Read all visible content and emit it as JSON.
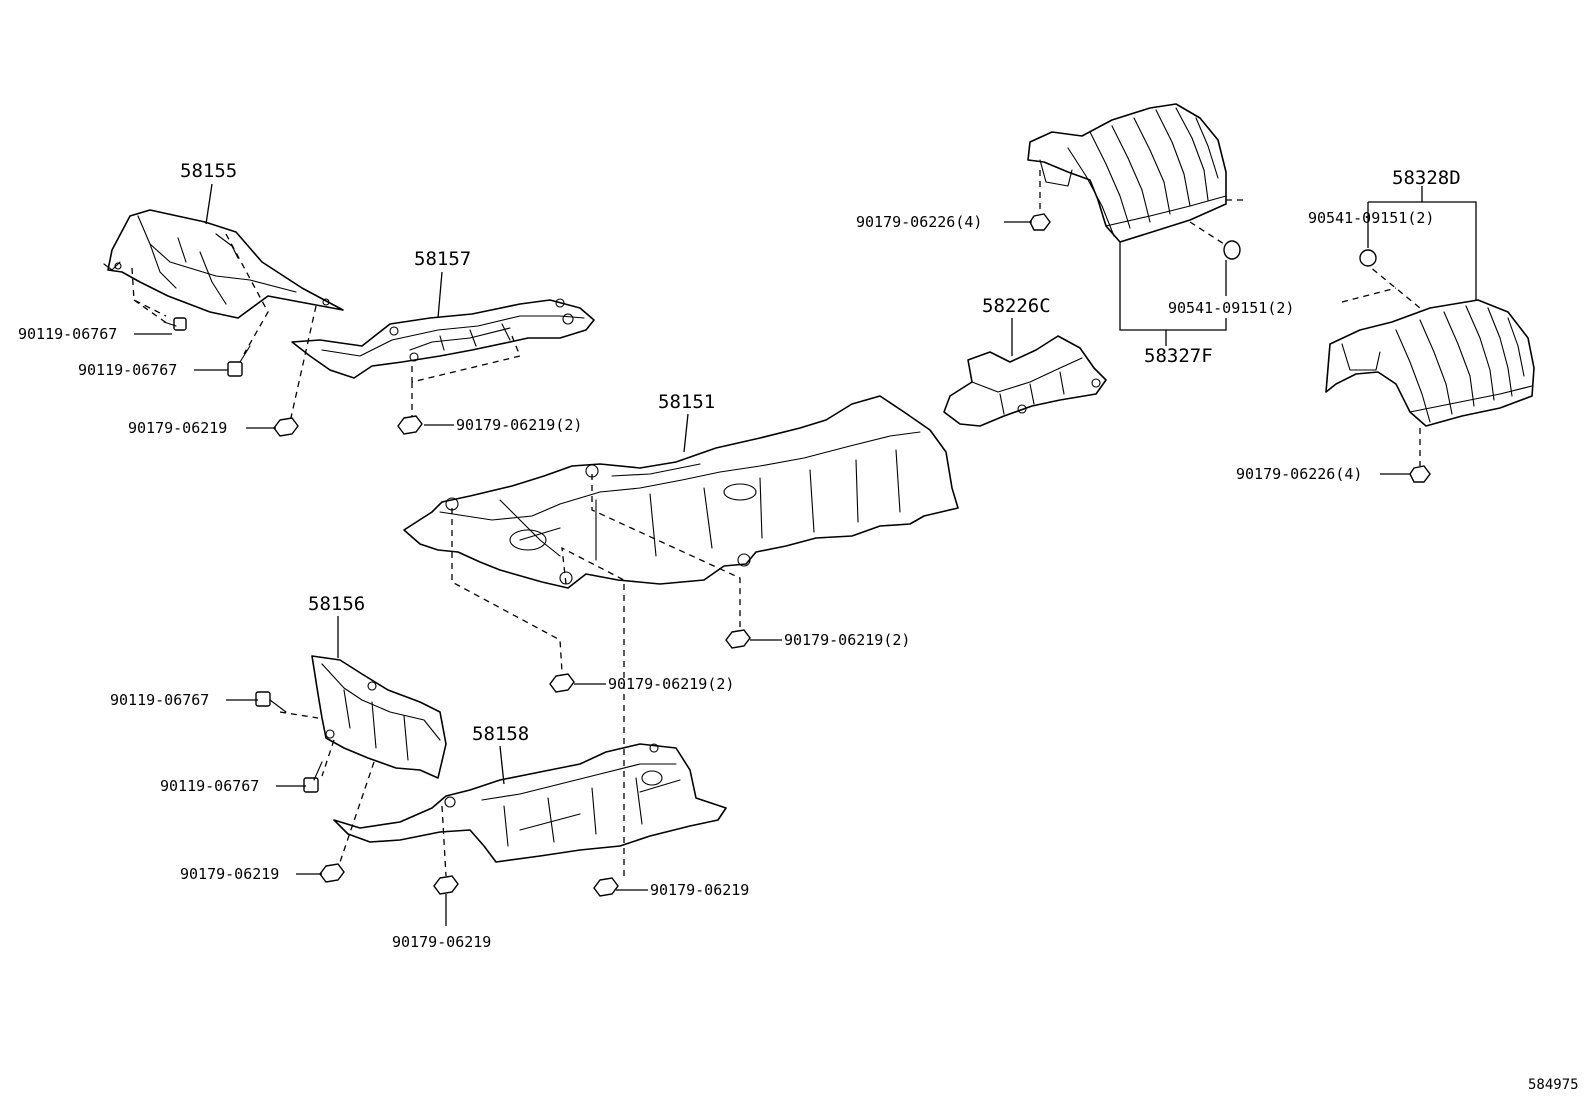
{
  "callouts": {
    "p58155": "58155",
    "p58157": "58157",
    "p58151": "58151",
    "p58156": "58156",
    "p58158": "58158",
    "p58226c": "58226C",
    "p58327f": "58327F",
    "p58328d": "58328D",
    "bolt_a": "90119-06767",
    "bolt_b": "90119-06767",
    "bolt_c": "90119-06767",
    "bolt_d": "90119-06767",
    "nut_a": "90179-06219",
    "nut_b": "90179-06219(2)",
    "nut_c": "90179-06219(2)",
    "nut_d": "90179-06219(2)",
    "nut_e": "90179-06219",
    "nut_f": "90179-06219",
    "nut_g": "90179-06219",
    "nut_h": "90179-06226(4)",
    "nut_i": "90179-06226(4)",
    "clip_a": "90541-09151(2)",
    "clip_b": "90541-09151(2)"
  },
  "diagram_ref": "584975"
}
